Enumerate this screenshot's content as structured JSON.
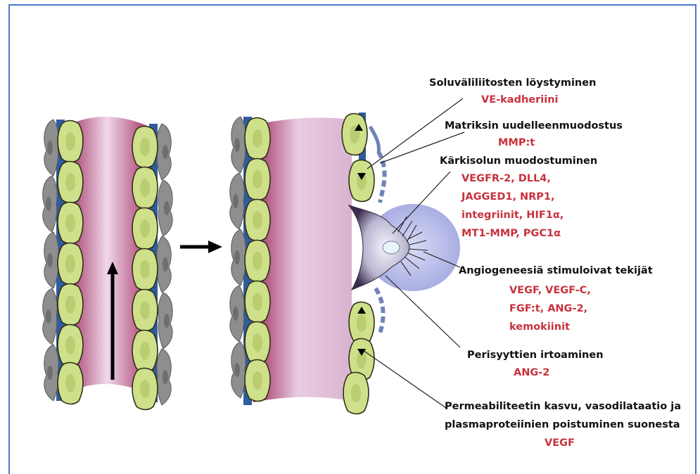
{
  "colors": {
    "frame": "#4a7ac4",
    "label_red": "#c8323c",
    "vessel_lumen_edge": "#9c2a5c",
    "vessel_lumen_mid": "#f0d8ea",
    "endothelial_cell": "#cfe08a",
    "pericyte": "#8e8e8e",
    "basement_membrane": "#2f5d9e",
    "angiogenic_field": "#b8bce8"
  },
  "labels": {
    "junctions": {
      "title": "Soluväliliitosten löystyminen",
      "factors": [
        "VE-kadheriini"
      ]
    },
    "matrix": {
      "title": "Matriksin uudelleenmuodostus",
      "factors": [
        "MMP:t"
      ]
    },
    "tipcell": {
      "title": "Kärkisolun muodostuminen",
      "factors": [
        "VEGFR-2, DLL4,",
        "JAGGED1, NRP1,",
        "integriinit, HIF1α,",
        "MT1-MMP, PGC1α"
      ]
    },
    "stimulators": {
      "title": "Angiogeneesiä stimuloivat tekijät",
      "factors": [
        "VEGF, VEGF-C,",
        "FGF:t, ANG-2,",
        "kemokiinit"
      ]
    },
    "pericytes": {
      "title": "Perisyyttien irtoaminen",
      "factors": [
        "ANG-2"
      ]
    },
    "permeability": {
      "title_lines": [
        "Permeabiliteetin kasvu, vasodilataatio ja",
        "plasmaproteiinien poistuminen suonesta"
      ],
      "factors": [
        "VEGF"
      ]
    }
  }
}
